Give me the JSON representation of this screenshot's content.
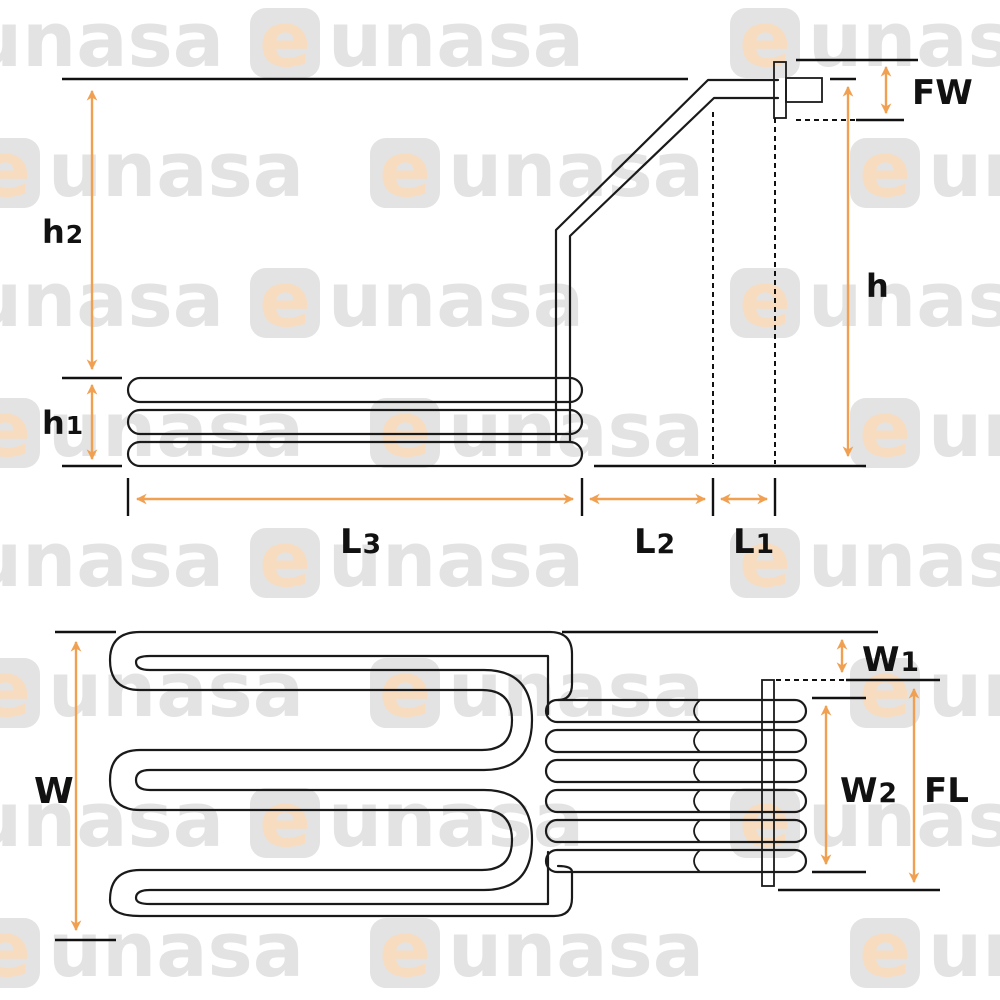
{
  "watermark": {
    "text": "eunasa",
    "color": "#e3e3e3",
    "accent": "#f7dcc0"
  },
  "dimension_color": "#f0a050",
  "line_color": "#1a1a1a",
  "side_view": {
    "labels": {
      "h2": "h2",
      "h1": "h1",
      "h": "h",
      "fw": "FW",
      "l3": "L3",
      "l2": "L2",
      "l1": "L1"
    }
  },
  "top_view": {
    "labels": {
      "w": "W",
      "w1": "W1",
      "w2": "W2",
      "fl": "FL"
    }
  }
}
